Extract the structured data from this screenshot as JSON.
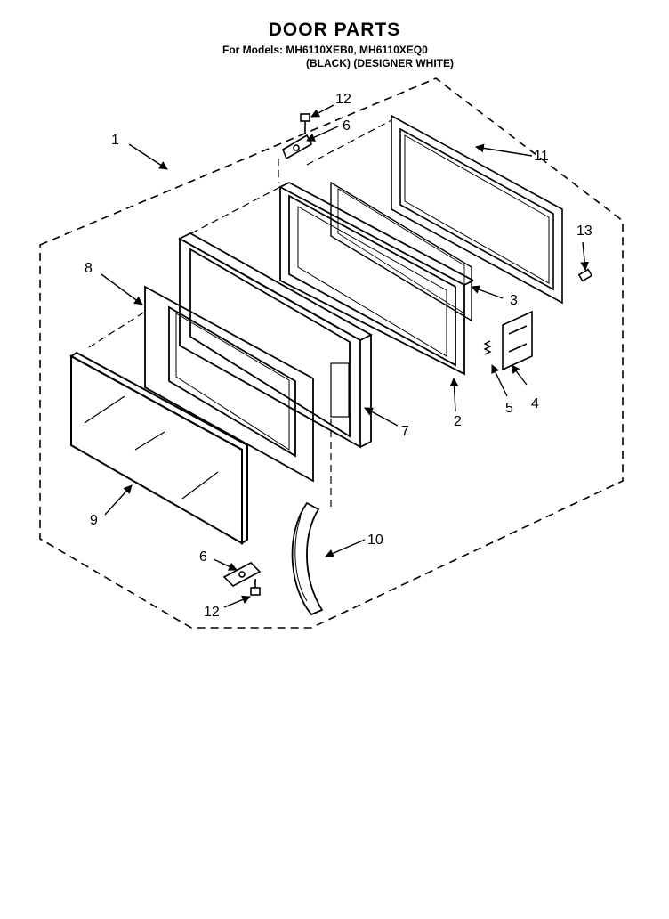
{
  "header": {
    "title": "DOOR PARTS",
    "models": "For Models: MH6110XEB0, MH6110XEQ0",
    "variants": "(BLACK)  (DESIGNER WHITE)"
  },
  "callouts": [
    {
      "id": "c1",
      "label": "1"
    },
    {
      "id": "c2",
      "label": "2"
    },
    {
      "id": "c3",
      "label": "3"
    },
    {
      "id": "c4",
      "label": "4"
    },
    {
      "id": "c5",
      "label": "5"
    },
    {
      "id": "c6a",
      "label": "6"
    },
    {
      "id": "c6b",
      "label": "6"
    },
    {
      "id": "c7",
      "label": "7"
    },
    {
      "id": "c8",
      "label": "8"
    },
    {
      "id": "c9",
      "label": "9"
    },
    {
      "id": "c10",
      "label": "10"
    },
    {
      "id": "c11",
      "label": "11"
    },
    {
      "id": "c12a",
      "label": "12"
    },
    {
      "id": "c12b",
      "label": "12"
    },
    {
      "id": "c13",
      "label": "13"
    }
  ]
}
